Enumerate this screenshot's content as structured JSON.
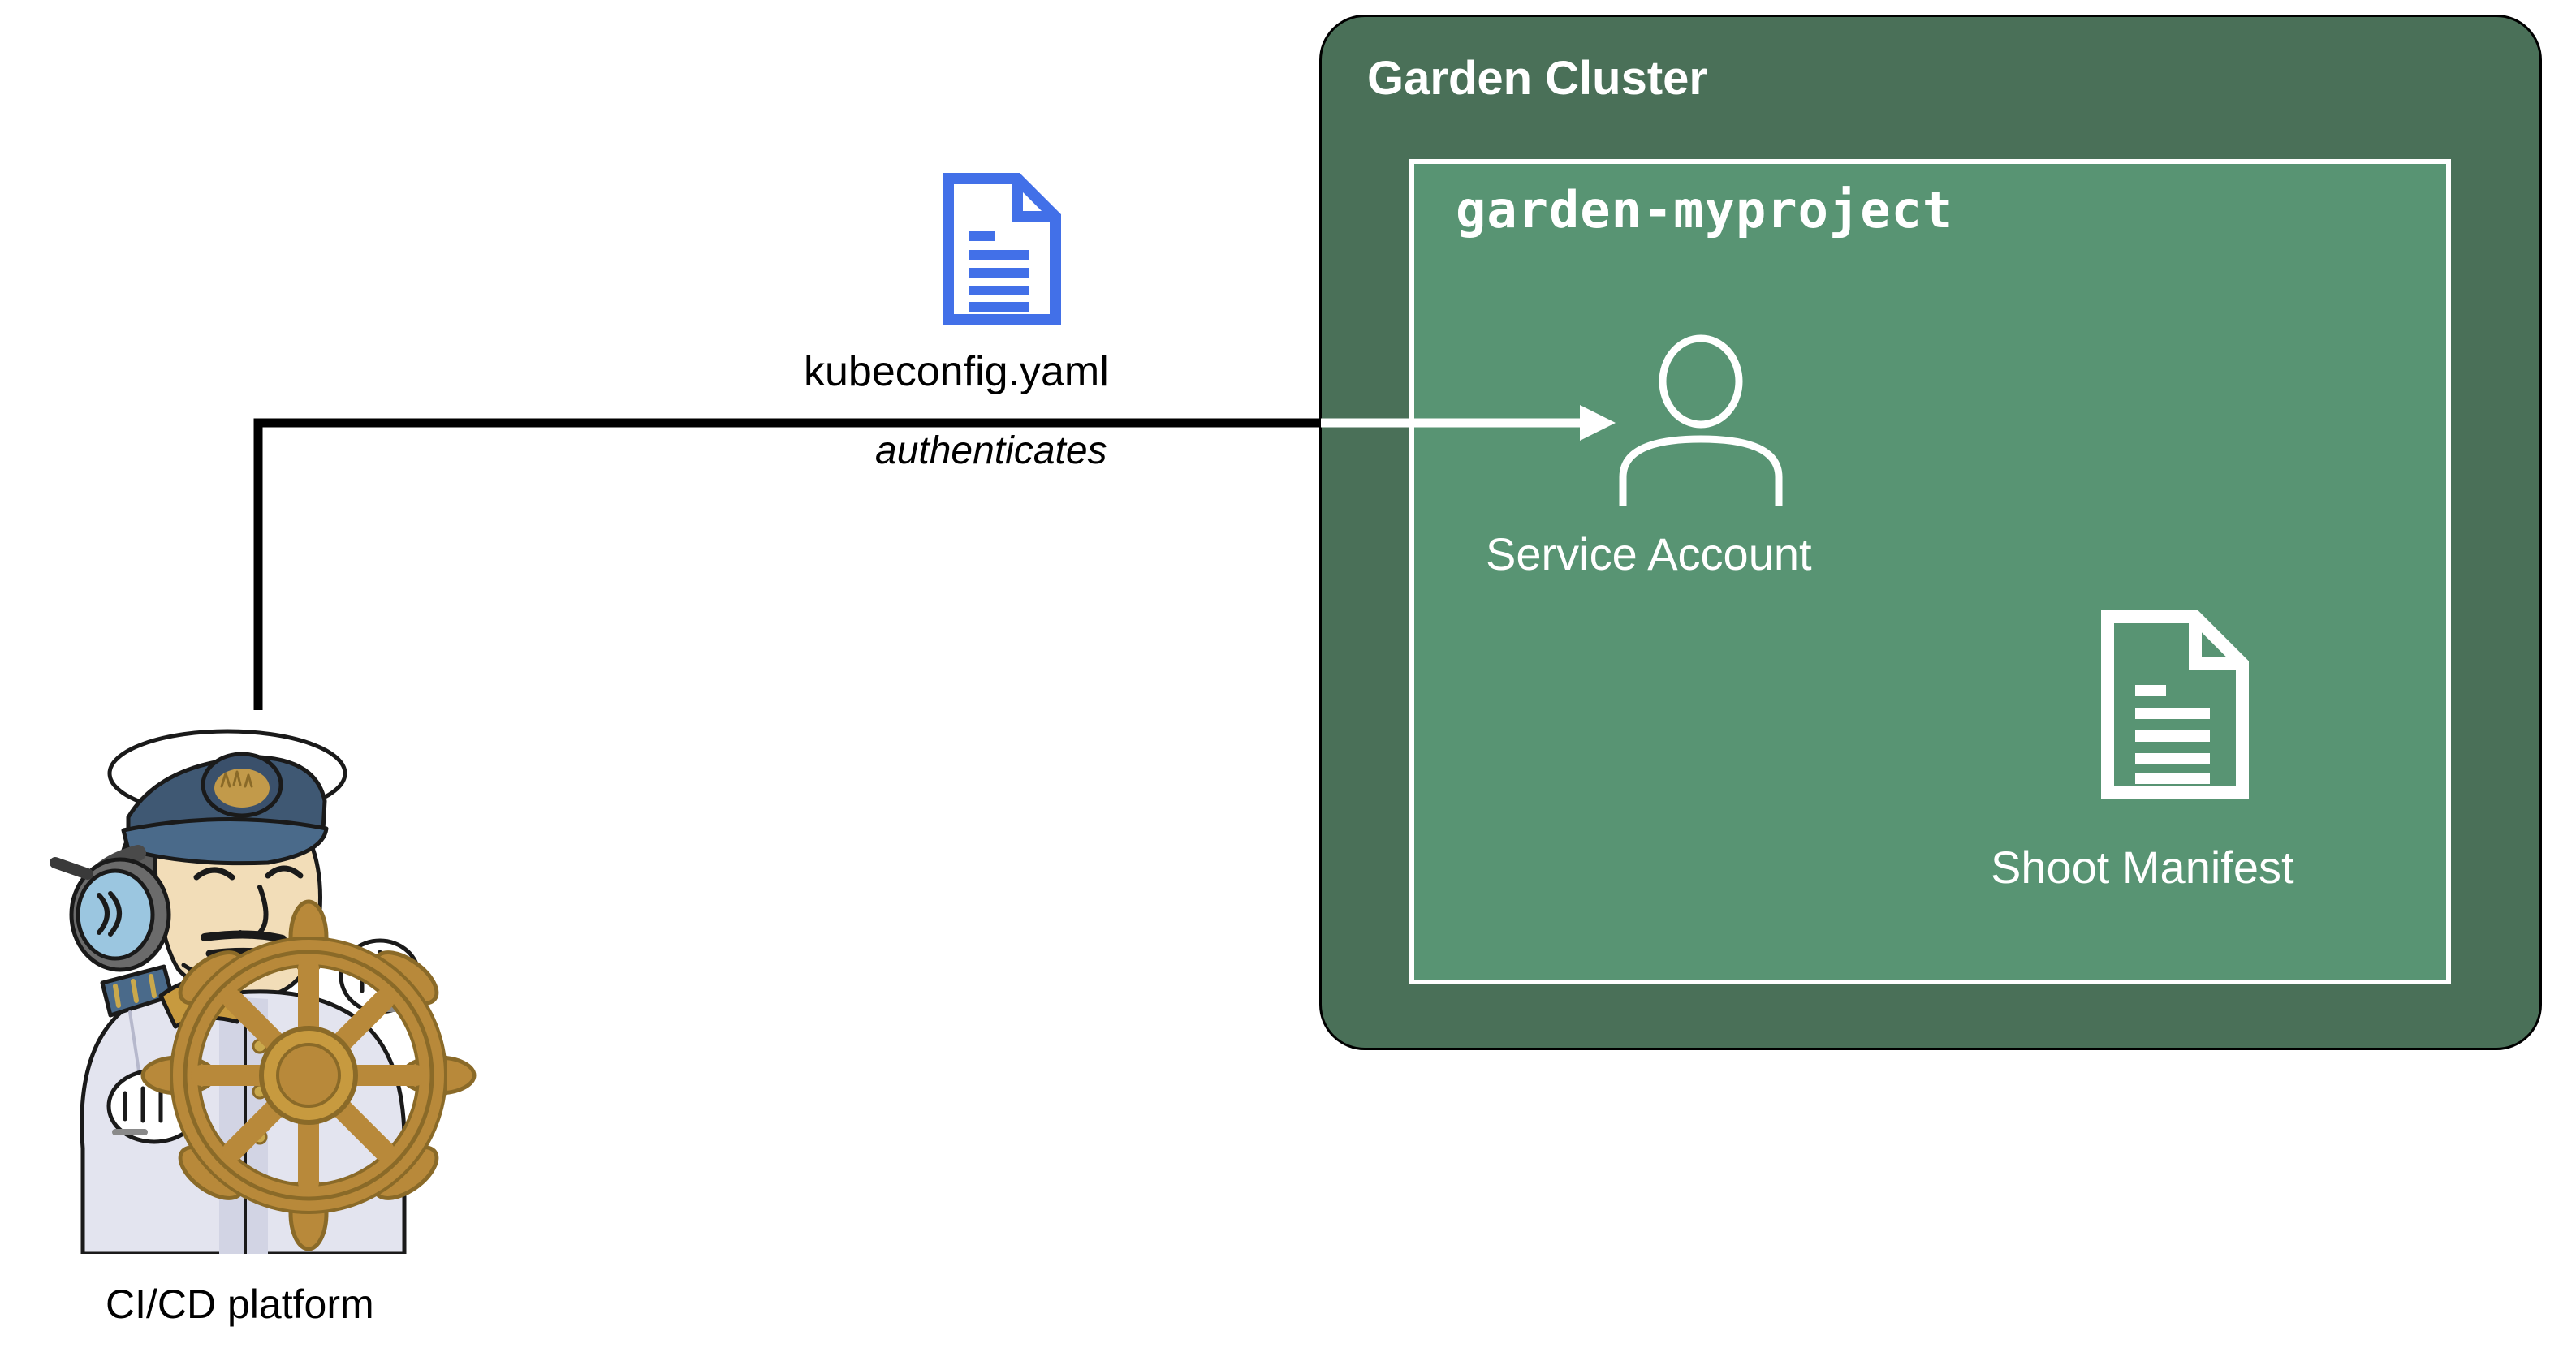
{
  "diagram": {
    "background": "#ffffff",
    "cluster": {
      "title": "Garden Cluster",
      "fill": "#4a7058",
      "border": "#000000",
      "namespace": {
        "title": "garden-myproject",
        "fill": "#589473",
        "border": "#ffffff",
        "service_account": {
          "label": "Service Account",
          "icon": "user-icon",
          "color": "#ffffff"
        },
        "shoot_manifest": {
          "label": "Shoot Manifest",
          "icon": "document-icon",
          "color": "#ffffff"
        }
      }
    },
    "kubeconfig": {
      "label": "kubeconfig.yaml",
      "icon": "document-icon",
      "color": "#4270e8"
    },
    "edge": {
      "label": "authenticates",
      "color": "#000000",
      "arrow_color": "#ffffff"
    },
    "cicd": {
      "label": "CI/CD platform",
      "icon": "jenkins-captain-icon"
    }
  }
}
